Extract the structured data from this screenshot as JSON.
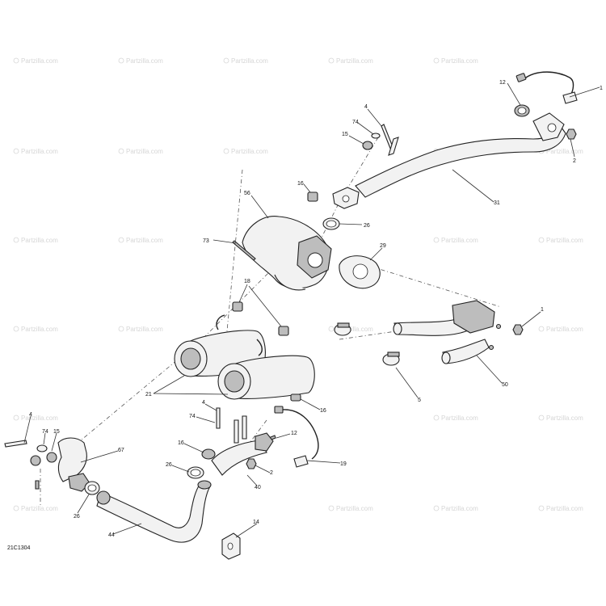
{
  "diagram_code": "21C1304",
  "watermark_text": "Partzilla.com",
  "callouts": {
    "c1a": "1",
    "c12a": "12",
    "c2a": "2",
    "c31": "31",
    "c4a": "4",
    "c74a": "74",
    "c15a": "15",
    "c16a": "16",
    "c56": "56",
    "c26a": "26",
    "c73": "73",
    "c29": "29",
    "c18": "18",
    "c1b": "1",
    "c50": "50",
    "c5": "5",
    "c21": "21",
    "c16b": "16",
    "c4b": "4",
    "c74b": "74",
    "c12b": "12",
    "c19": "19",
    "c16c": "16",
    "c26b": "26",
    "c2b": "2",
    "c40": "40",
    "c4c": "4",
    "c74c": "74",
    "c15b": "15",
    "c67": "67",
    "c26c": "26",
    "c44": "44",
    "c14": "14"
  }
}
